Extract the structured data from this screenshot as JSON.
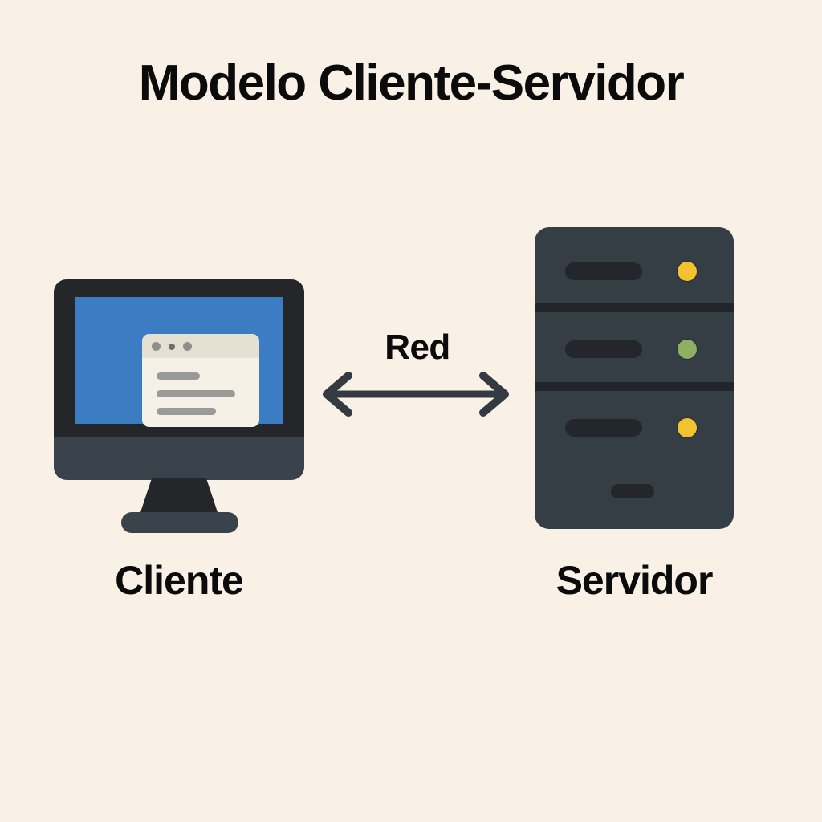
{
  "page": {
    "title": "Modelo Cliente-Servidor",
    "background_color": "#FAF1E6",
    "text_color": "#0B0B0C"
  },
  "diagram": {
    "type": "client-server-model",
    "connection": {
      "label": "Red",
      "arrow": "bidirectional",
      "color": "#333A42"
    },
    "nodes": [
      {
        "id": "client",
        "caption": "Cliente",
        "icon": "desktop-monitor-icon",
        "colors": {
          "bezel": "#24262A",
          "screen": "#3C7CC2",
          "chin": "#3A424B",
          "stand": "#24262A",
          "base": "#3A424B"
        },
        "window": {
          "background": "#F6F1E6",
          "titlebar": "#E6E0D2",
          "dots": [
            "#8E8E8C",
            "#6F6F6E",
            "#8E8E8C"
          ],
          "text_bars": [
            "#9A9A98",
            "#9A9A98",
            "#9A9A98"
          ]
        }
      },
      {
        "id": "server",
        "caption": "Servidor",
        "icon": "server-rack-icon",
        "colors": {
          "body": "#353D45",
          "divider": "#22262B",
          "slot": "#23272C"
        },
        "bays": [
          {
            "slot": "drive-slot",
            "led": "status-led-amber",
            "led_color": "#F2C230"
          },
          {
            "slot": "drive-slot",
            "led": "status-led-green",
            "led_color": "#8DB063"
          },
          {
            "slot": "drive-slot",
            "led": "status-led-amber",
            "led_color": "#F2C230"
          }
        ],
        "footbar": "#23272C"
      }
    ]
  }
}
